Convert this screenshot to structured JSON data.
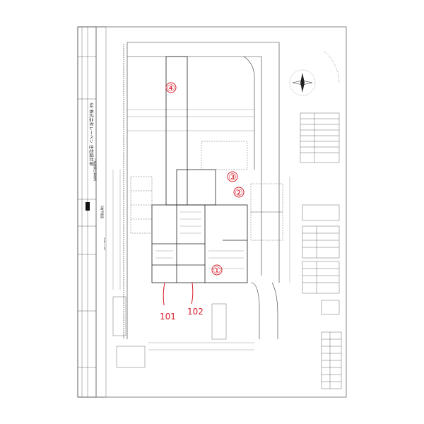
{
  "sheet": {
    "title_block_text": "SE 株式会社レーベン 住宅設計部",
    "title_block_sub": "一級建築士事務所",
    "drawing_title": "1階平面図",
    "scale_note": "Scale 1:100"
  },
  "annotations": {
    "unit_1": "①",
    "unit_2": "②",
    "unit_3": "③",
    "unit_4": "④",
    "room_101": "101",
    "room_102": "102"
  },
  "colors": {
    "ink": "#2a2a2a",
    "markup_red": "#d61d2a",
    "paper": "#ffffff"
  },
  "icons": {
    "north_arrow": "compass-north-icon"
  }
}
